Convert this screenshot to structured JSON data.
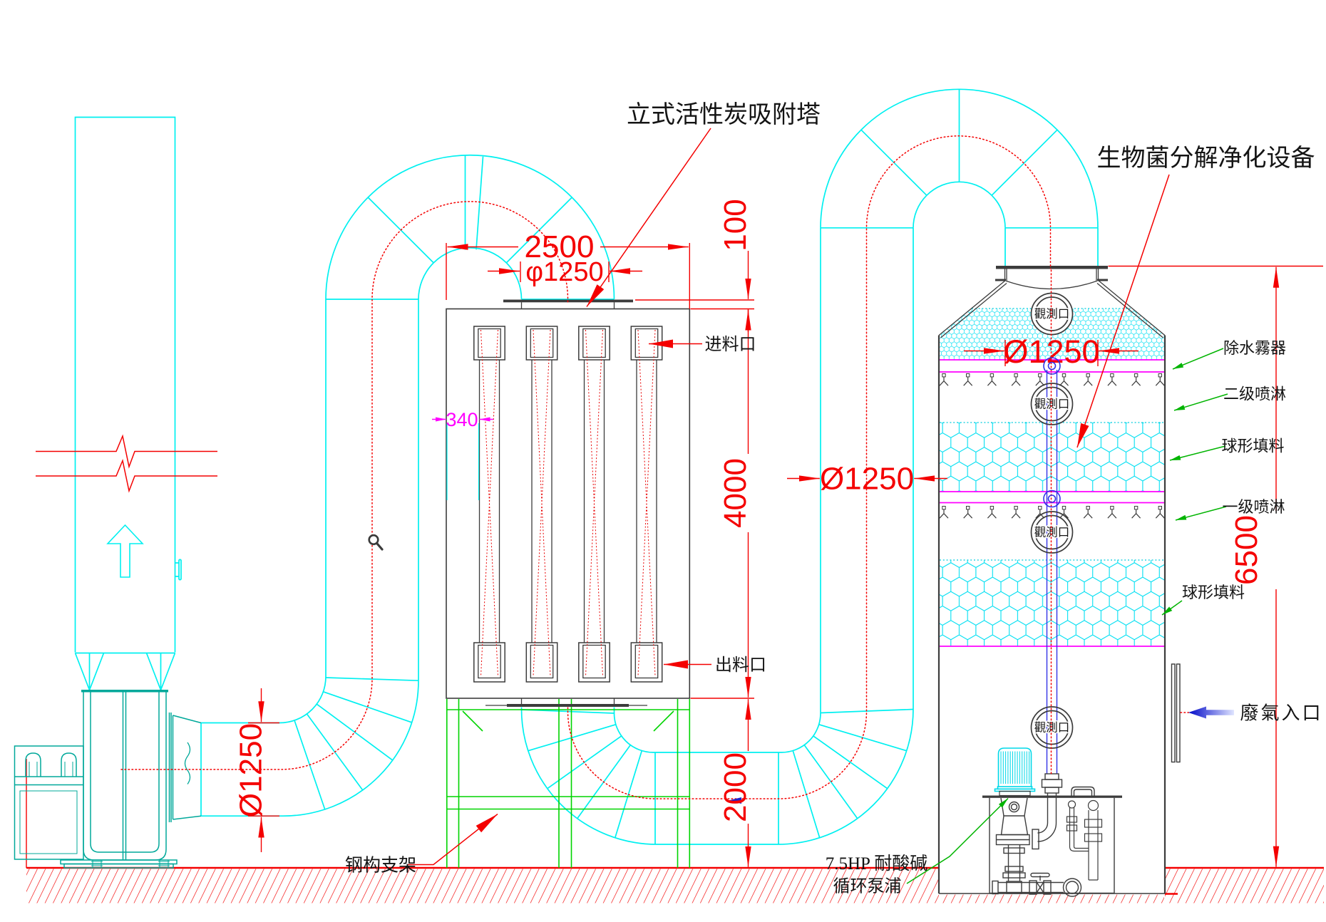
{
  "diagram": {
    "type": "cad-engineering-drawing",
    "subject": "waste gas treatment system elevation",
    "equipment_titles": {
      "adsorption_tower": "立式活性炭吸附塔",
      "bio_purifier": "生物菌分解净化设备"
    },
    "component_labels": {
      "feed_inlet": "进料口",
      "discharge_outlet": "出料口",
      "steel_support": "钢构支架",
      "demister": "除水霧器",
      "secondary_spray": "二级喷淋",
      "spherical_packing_upper": "球形填料",
      "primary_spray": "一级喷淋",
      "spherical_packing_lower": "球形填料",
      "waste_gas_inlet": "廢氣入口",
      "pump_spec_line1": "7.5HP 耐酸碱",
      "pump_spec_line2": "循环泵浦",
      "observation_port": "觀測口"
    },
    "dimensions": {
      "tower_width": "2500",
      "tower_inlet_diameter": "φ1250",
      "inlet_gap": "100",
      "tower_height": "4000",
      "support_height": "2000",
      "bio_tower_height": "6500",
      "fan_duct_diameter": "Ø1250",
      "riser_duct_diameter": "Ø1250",
      "bio_inlet_diameter": "Ø1250",
      "cartridge_offset": "340"
    },
    "colors": {
      "duct_cyan": "#00f0f0",
      "fan_teal": "#00a89a",
      "frame_green": "#00d400",
      "leader_green": "#00b400",
      "dimension_red": "#f40000",
      "spray_magenta": "#ff00ff",
      "pipe_blue": "#3232e6",
      "line_dark": "#3c3c3c",
      "text_black": "#141414"
    }
  }
}
